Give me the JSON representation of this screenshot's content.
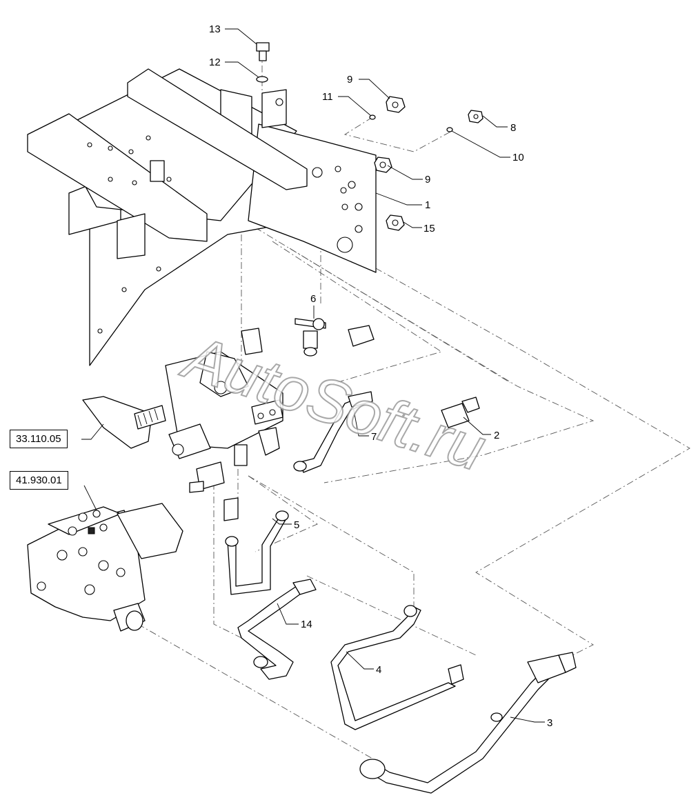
{
  "watermark": "AutoSoft.ru",
  "callouts": [
    "13",
    "12",
    "9",
    "11",
    "8",
    "10",
    "9",
    "1",
    "15",
    "6",
    "2",
    "7",
    "5",
    "14",
    "4",
    "3"
  ],
  "ref_boxes": [
    "33.110.05",
    "41.930.01"
  ]
}
